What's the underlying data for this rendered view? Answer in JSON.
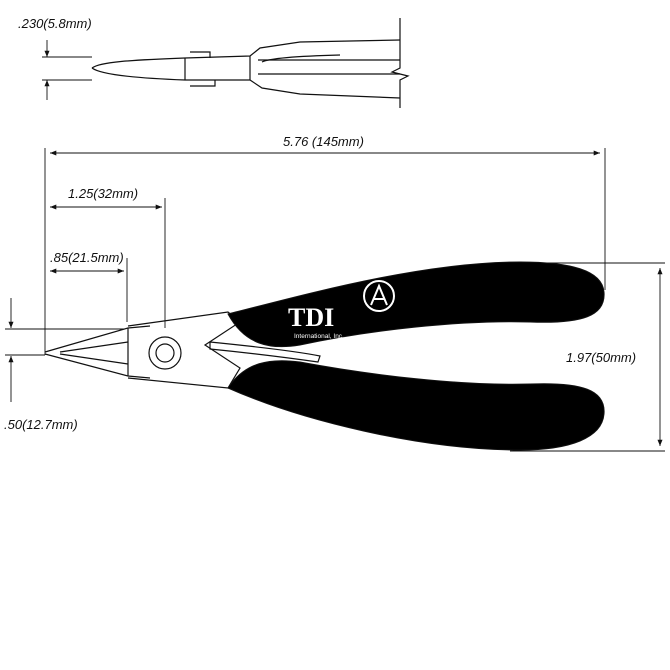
{
  "dimensions": {
    "jaw_thickness": ".230(5.8mm)",
    "overall_length": "5.76  (145mm)",
    "jaw_length": "1.25(32mm)",
    "cutting_length": ".85(21.5mm)",
    "handle_span": "1.97(50mm)",
    "tip_width": ".50(12.7mm)"
  },
  "logo": {
    "brand": "TDI",
    "subtitle": "International, Inc."
  },
  "colors": {
    "handle": "#000000",
    "line": "#111111",
    "background": "#ffffff"
  }
}
